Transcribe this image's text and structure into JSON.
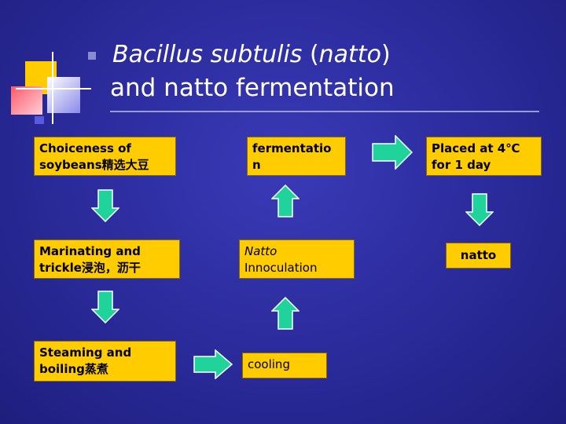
{
  "title": {
    "line1_italic": "Bacillus subtulis",
    "line1_paren_open": " (",
    "line1_natto": "natto",
    "line1_paren_close": ")",
    "line2": "and natto fermentation"
  },
  "steps": {
    "choiceness": "Choiceness of\nsoybeans精选大豆",
    "marinating": "Marinating and\ntrickle浸泡，沥干",
    "steaming": "Steaming and\nboiling蒸煮",
    "cooling": "cooling",
    "inoculation_italic": "Natto",
    "inoculation_rest": "Innoculation",
    "fermentation": "fermentatio\nn",
    "placed": "Placed at 4℃\nfor 1 day",
    "natto": "natto"
  },
  "colors": {
    "box_fill": "#ffcc00",
    "arrow_fill": "#1fd39a",
    "background": "#2a2a9a"
  }
}
